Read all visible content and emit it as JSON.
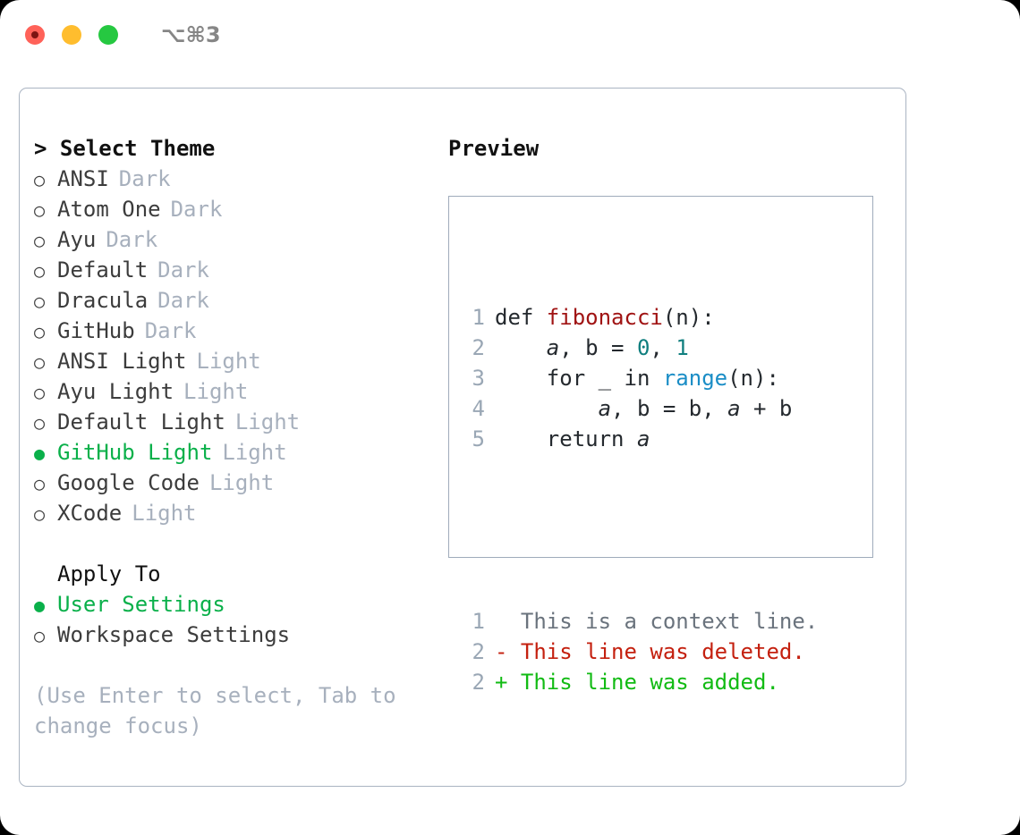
{
  "window": {
    "title": "⌥⌘3",
    "traffic_lights": [
      {
        "name": "close",
        "color": "#ff6259",
        "has_dot": true
      },
      {
        "name": "minimize",
        "color": "#ffbd2e",
        "has_dot": false
      },
      {
        "name": "maximize",
        "color": "#26c841",
        "has_dot": false
      }
    ]
  },
  "theme_selector": {
    "heading": "> Select Theme",
    "marker_unselected": "○",
    "marker_selected": "●",
    "items": [
      {
        "marker": "○",
        "label": "ANSI",
        "tag": "Dark",
        "selected": false
      },
      {
        "marker": "○",
        "label": "Atom One",
        "tag": "Dark",
        "selected": false
      },
      {
        "marker": "○",
        "label": "Ayu",
        "tag": "Dark",
        "selected": false
      },
      {
        "marker": "○",
        "label": "Default",
        "tag": "Dark",
        "selected": false
      },
      {
        "marker": "○",
        "label": "Dracula",
        "tag": "Dark",
        "selected": false
      },
      {
        "marker": "○",
        "label": "GitHub",
        "tag": "Dark",
        "selected": false
      },
      {
        "marker": "○",
        "label": "ANSI Light",
        "tag": "Light",
        "selected": false
      },
      {
        "marker": "○",
        "label": "Ayu Light",
        "tag": "Light",
        "selected": false
      },
      {
        "marker": "○",
        "label": "Default Light",
        "tag": "Light",
        "selected": false
      },
      {
        "marker": "●",
        "label": "GitHub Light",
        "tag": "Light",
        "selected": true
      },
      {
        "marker": "○",
        "label": "Google Code",
        "tag": "Light",
        "selected": false
      },
      {
        "marker": "○",
        "label": "XCode",
        "tag": "Light",
        "selected": false
      }
    ]
  },
  "apply_to": {
    "heading": "Apply To",
    "items": [
      {
        "marker": "●",
        "label": "User Settings",
        "selected": true
      },
      {
        "marker": "○",
        "label": "Workspace Settings",
        "selected": false
      }
    ]
  },
  "hint": "(Use Enter to select, Tab to change focus)",
  "preview": {
    "heading": "Preview",
    "code_lines": [
      {
        "number": "1",
        "tokens": [
          {
            "text": "def ",
            "kind": "plain"
          },
          {
            "text": "fibonacci",
            "kind": "fn"
          },
          {
            "text": "(n):",
            "kind": "plain"
          }
        ]
      },
      {
        "number": "2",
        "tokens": [
          {
            "text": "    ",
            "kind": "plain"
          },
          {
            "text": "a",
            "kind": "var"
          },
          {
            "text": ", ",
            "kind": "plain"
          },
          {
            "text": "b",
            "kind": "plain"
          },
          {
            "text": " = ",
            "kind": "plain"
          },
          {
            "text": "0",
            "kind": "num"
          },
          {
            "text": ", ",
            "kind": "plain"
          },
          {
            "text": "1",
            "kind": "num"
          }
        ]
      },
      {
        "number": "3",
        "tokens": [
          {
            "text": "    for _ in ",
            "kind": "plain"
          },
          {
            "text": "range",
            "kind": "builtin"
          },
          {
            "text": "(n):",
            "kind": "plain"
          }
        ]
      },
      {
        "number": "4",
        "tokens": [
          {
            "text": "        ",
            "kind": "plain"
          },
          {
            "text": "a",
            "kind": "var"
          },
          {
            "text": ", b = b, ",
            "kind": "plain"
          },
          {
            "text": "a",
            "kind": "var"
          },
          {
            "text": " + b",
            "kind": "plain"
          }
        ]
      },
      {
        "number": "5",
        "tokens": [
          {
            "text": "    return ",
            "kind": "plain"
          },
          {
            "text": "a",
            "kind": "var"
          }
        ]
      }
    ],
    "diff_lines": [
      {
        "number": "1",
        "sign": " ",
        "text": " This is a context line.",
        "kind": "context"
      },
      {
        "number": "2",
        "sign": "-",
        "text": " This line was deleted.",
        "kind": "deleted"
      },
      {
        "number": "2",
        "sign": "+",
        "text": " This line was added.",
        "kind": "added"
      }
    ]
  },
  "colors": {
    "accent_green": "#0ab04a",
    "muted_gray": "#a7b0bd",
    "text_dark": "#3c3c3c",
    "border": "#aab4c2",
    "preview_border": "#9fabbb",
    "code_fn": "#a01313",
    "code_num": "#107f7f",
    "code_builtin": "#1a8dc6",
    "diff_deleted": "#c4200f",
    "diff_added": "#12bb14",
    "diff_context": "#6a737d"
  }
}
